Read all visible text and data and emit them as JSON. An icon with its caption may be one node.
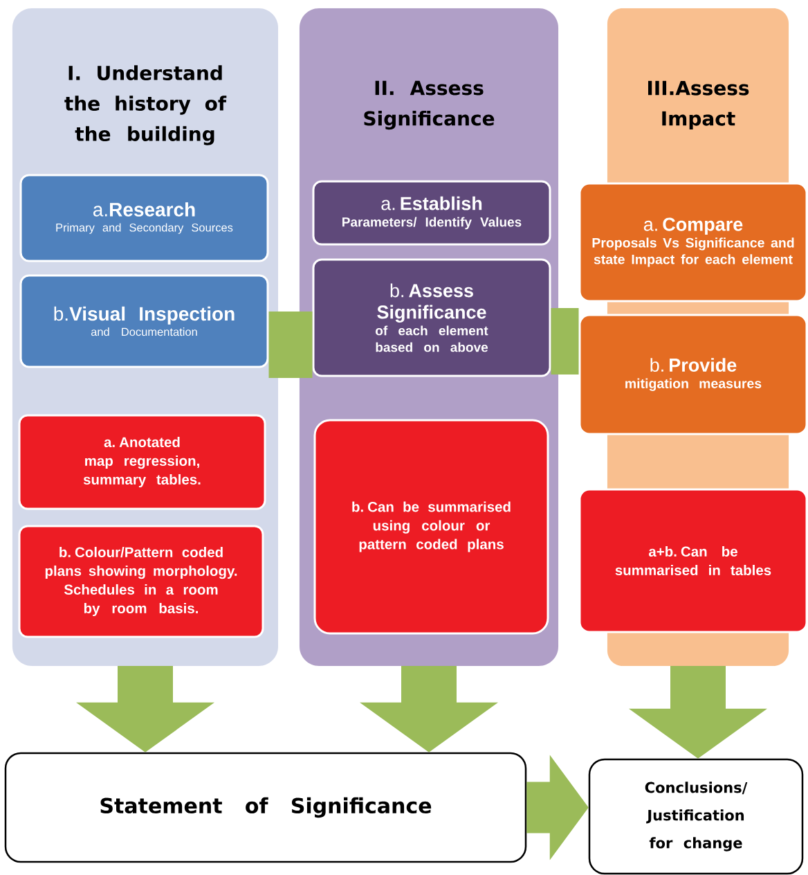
{
  "diagram": {
    "nodes": [
      {
        "text": [
          "I. Understand the history of the building"
        ]
      },
      {
        "text": [
          "a.**Research**",
          "Primary and Secondary Sources"
        ],
        "in": 0
      },
      {
        "text": [
          "b.**Visual Inspection**",
          "and Documentation"
        ],
        "in": 0
      },
      {
        "text": [
          "a. Anotated map regression, summary tables."
        ],
        "in": 0
      },
      {
        "text": [
          "b. Colour/Pattern coded plans showing morphology. Schedules in a room by room basis."
        ],
        "in": 0
      },
      {
        "text": [
          "II. Assess Significance"
        ]
      },
      {
        "text": [
          "a. **Establish**",
          "Parameters/ Identify Values"
        ],
        "in": 5
      },
      {
        "text": [
          "b. **Assess Significance**",
          "of each element based on above"
        ],
        "in": 5
      },
      {
        "text": [
          "b. Can be summarised using colour or pattern coded plans"
        ],
        "in": 5
      },
      {
        "text": [
          "III.Assess Impact"
        ]
      },
      {
        "text": [
          "a. **Compare**",
          "Proposals Vs Significance and state Impact for each element"
        ]
      },
      {
        "text": [
          "b. **Provide**",
          "mitigation measures"
        ]
      },
      {
        "text": [
          "a+b. Can be summarised in tables"
        ]
      },
      {
        "text": [
          "Statement of Significance"
        ]
      },
      {
        "text": [
          "Conclusions/ Justification for change"
        ]
      }
    ],
    "edges": [
      {
        "from": 2,
        "to": 7,
        "arrow": "none"
      },
      {
        "from": 7,
        "to": 11,
        "arrow": "none"
      },
      {
        "from": 0,
        "to": 13,
        "arrow": "to"
      },
      {
        "from": 5,
        "to": 13,
        "arrow": "to"
      },
      {
        "from": 9,
        "to": 14,
        "arrow": "to"
      },
      {
        "from": 13,
        "to": 14,
        "arrow": "to"
      }
    ]
  }
}
